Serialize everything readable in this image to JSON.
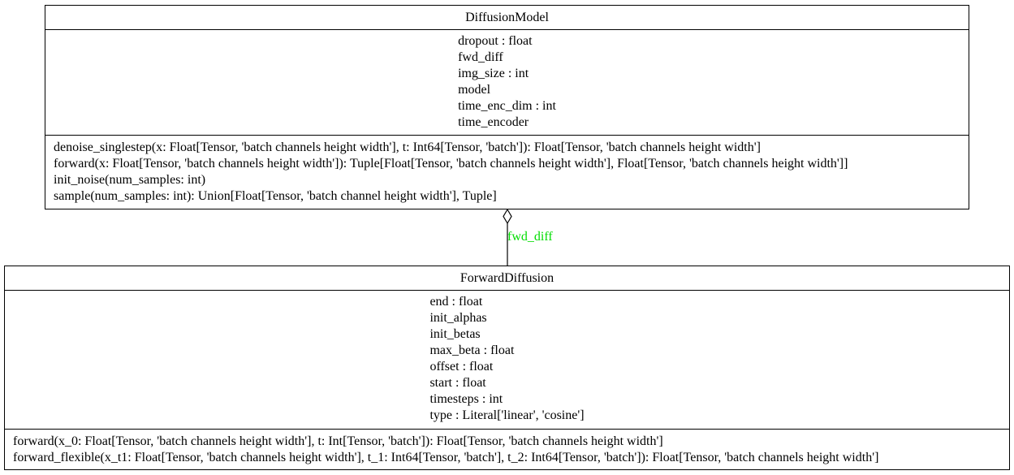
{
  "classes": {
    "diffusion_model": {
      "name": "DiffusionModel",
      "attributes": [
        "dropout : float",
        "fwd_diff",
        "img_size : int",
        "model",
        "time_enc_dim : int",
        "time_encoder"
      ],
      "methods": [
        "denoise_singlestep(x: Float[Tensor, 'batch channels height width'], t: Int64[Tensor, 'batch']): Float[Tensor, 'batch channels height width']",
        "forward(x: Float[Tensor, 'batch channels height width']): Tuple[Float[Tensor, 'batch channels height width'], Float[Tensor, 'batch channels height width']]",
        "init_noise(num_samples: int)",
        "sample(num_samples: int): Union[Float[Tensor, 'batch channel height width'], Tuple]"
      ]
    },
    "forward_diffusion": {
      "name": "ForwardDiffusion",
      "attributes": [
        "end : float",
        "init_alphas",
        "init_betas",
        "max_beta : float",
        "offset : float",
        "start : float",
        "timesteps : int",
        "type : Literal['linear', 'cosine']"
      ],
      "methods": [
        "forward(x_0: Float[Tensor, 'batch channels height width'], t: Int[Tensor, 'batch']): Float[Tensor, 'batch channels height width']",
        "forward_flexible(x_t1: Float[Tensor, 'batch channels height width'], t_1: Int64[Tensor, 'batch'], t_2: Int64[Tensor, 'batch']): Float[Tensor, 'batch channels height width']"
      ]
    }
  },
  "relation": {
    "type": "aggregation",
    "label": "fwd_diff",
    "label_color": "#00dd00",
    "line_color": "#000000"
  }
}
